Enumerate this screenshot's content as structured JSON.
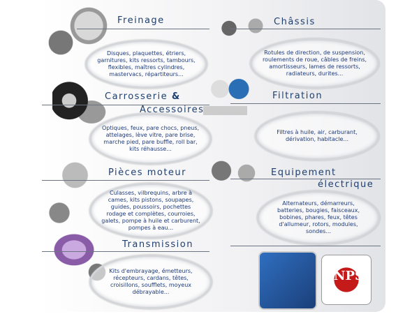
{
  "sections": [
    {
      "title": "Freinage",
      "text": "Disques, plaquettes, étriers, garnitures, kits ressorts, tambours, flexibles, maîtres cylindres, mastervacs, répartiteurs..."
    },
    {
      "title": "Châssis",
      "text": "Rotules de direction, de suspension, roulements de roue, câbles de freins, amortisseurs, lames de ressorts, radiateurs, durites..."
    },
    {
      "title": "Carrosserie",
      "title_amp": "&",
      "title2": "Accessoires",
      "text": "Optiques, feux, pare chocs, pneus, attelages, lève vitre, pare brise, marche pied, pare buffle, roll bar, kits réhausse..."
    },
    {
      "title": "Filtration",
      "text": "Filtres à huile, air, carburant, dérivation, habitacle..."
    },
    {
      "title": "Pièces moteur",
      "text": "Culasses, vilbrequins, arbre à cames, kits pistons, soupapes, guides, poussoirs, pochettes rodage et complètes, courroies, galets, pompe à huile et carburent, pompes à eau..."
    },
    {
      "title": "Equipement",
      "title2": "électrique",
      "text": "Alternateurs, démarreurs, batteries, bougies, faisceaux, bobines, phares, feux, têtes d'allumeur, rotors, modules, sondes..."
    },
    {
      "title": "Transmission",
      "text": "Kits d'embrayage, émetteurs, récepteurs, cardans, têtes, croisillons, soufflets, moyeux débrayable..."
    }
  ],
  "logo": {
    "text": "NPS"
  }
}
